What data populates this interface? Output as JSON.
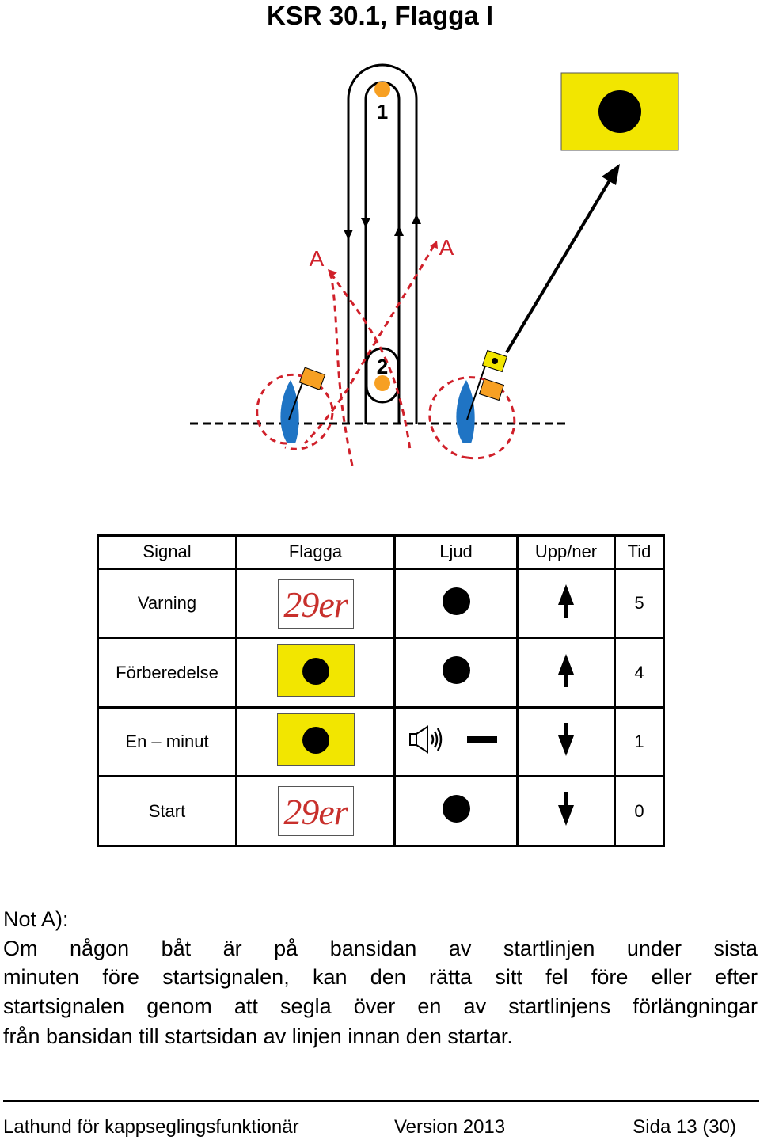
{
  "title": "KSR 30.1, Flagga I",
  "diagram": {
    "mark_1": "1",
    "mark_2": "2",
    "label_a_left": "A",
    "label_a_right": "A",
    "colors": {
      "flag_yellow": "#f2e600",
      "mark_orange": "#f7a023",
      "boat_blue": "#1f74c4",
      "path_red": "#d0202a"
    }
  },
  "table": {
    "headers": [
      "Signal",
      "Flagga",
      "Ljud",
      "Upp/ner",
      "Tid"
    ],
    "rows": [
      {
        "signal": "Varning",
        "flag": "29er",
        "flag_icon": "class-flag-29er",
        "sound_icon": "sound-dot-icon",
        "updown_icon": "arrow-up-icon",
        "time": "5"
      },
      {
        "signal": "Förberedelse",
        "flag": "",
        "flag_icon": "flag-i-icon",
        "sound_icon": "sound-dot-icon",
        "updown_icon": "arrow-up-icon",
        "time": "4"
      },
      {
        "signal": "En – minut",
        "flag": "",
        "flag_icon": "flag-i-icon",
        "sound_icon": "long-sound-icon",
        "updown_icon": "arrow-down-icon",
        "time": "1"
      },
      {
        "signal": "Start",
        "flag": "29er",
        "flag_icon": "class-flag-29er",
        "sound_icon": "sound-dot-icon",
        "updown_icon": "arrow-down-icon",
        "time": "0"
      }
    ]
  },
  "note": {
    "heading": "Not A):",
    "lines": [
      "Om någon båt är på bansidan av startlinjen under sista",
      "minuten före startsignalen, kan den rätta sitt fel före eller efter",
      "startsignalen genom att segla över en av startlinjens förlängningar",
      "från bansidan till startsidan av linjen innan den startar."
    ]
  },
  "footer": {
    "left": "Lathund  för kappseglingsfunktionär",
    "center": "Version 2013",
    "right": "Sida 13 (30)"
  }
}
